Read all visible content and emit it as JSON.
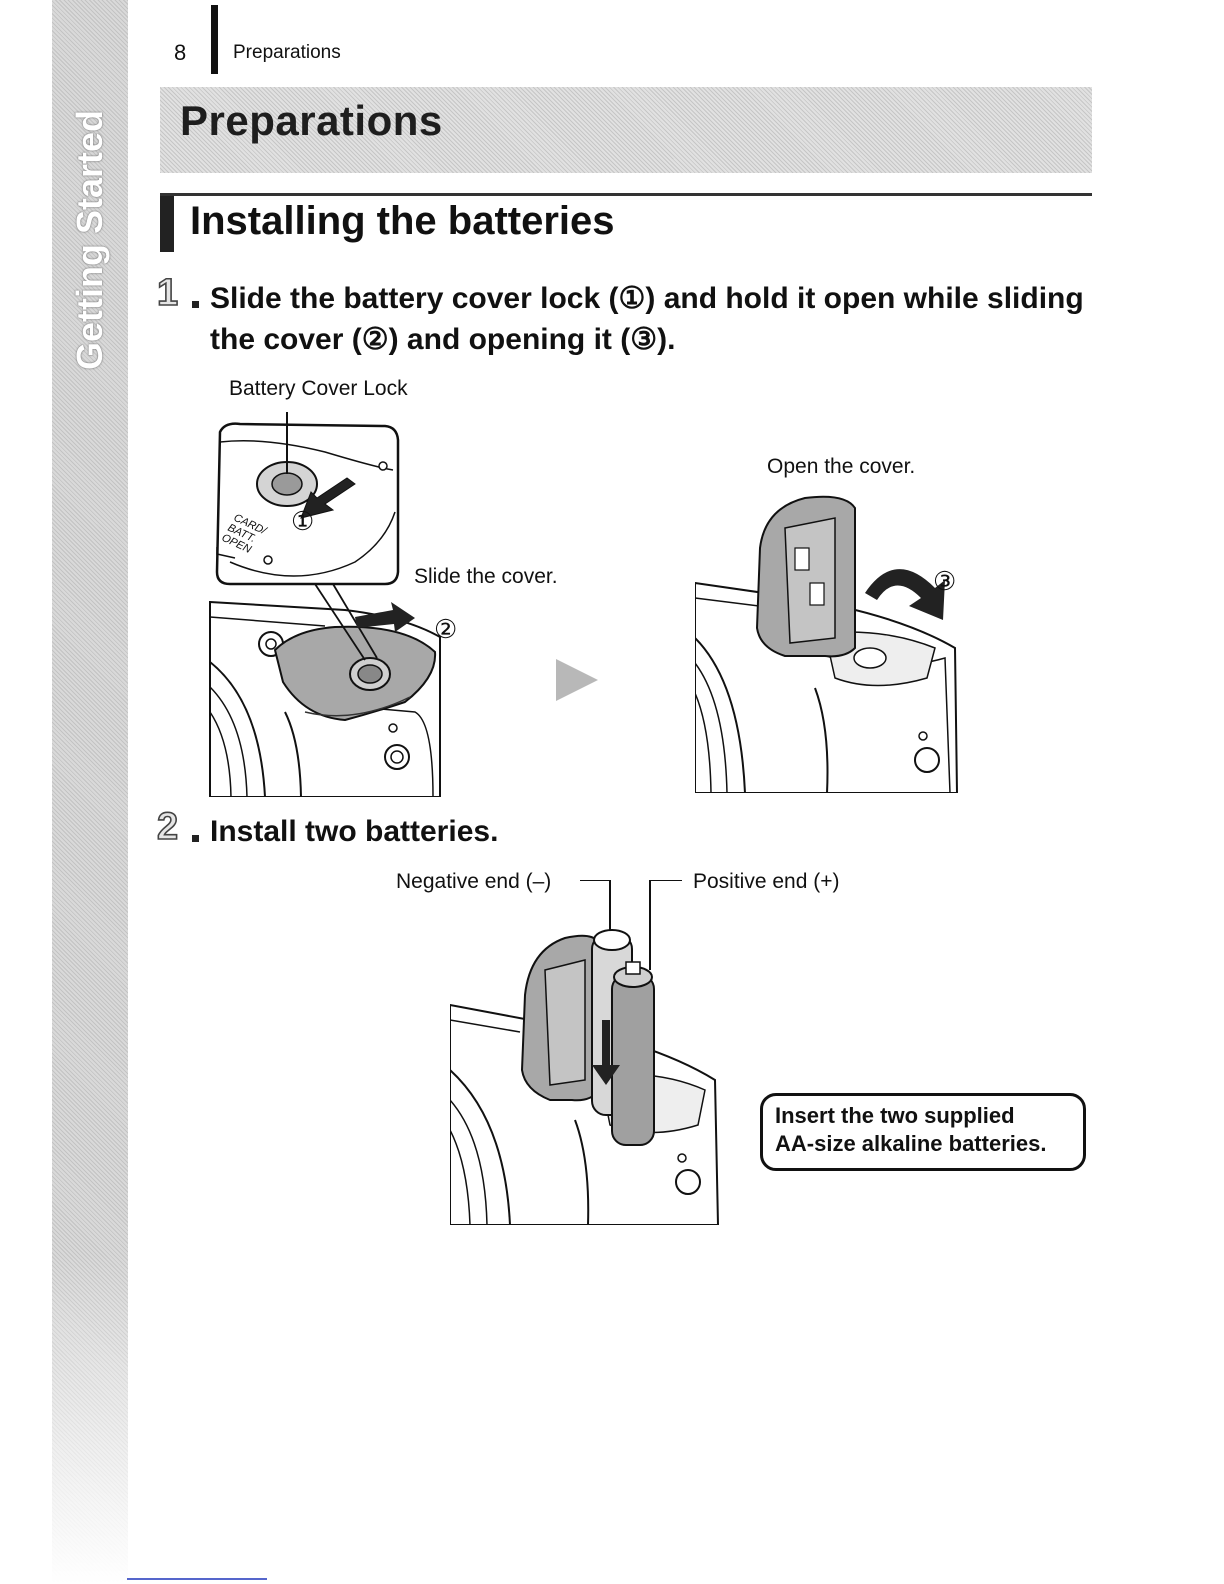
{
  "header": {
    "page_number": "8",
    "section": "Preparations"
  },
  "side_tab": {
    "label": "Getting Started"
  },
  "banner": {
    "title": "Preparations"
  },
  "section": {
    "title": "Installing the batteries"
  },
  "steps": [
    {
      "number": "1",
      "text": "Slide the battery cover lock (①) and hold it open while sliding the cover (②) and opening it (③)."
    },
    {
      "number": "2",
      "text": "Install two batteries."
    }
  ],
  "figure1": {
    "lock_label": "Battery Cover Lock",
    "slide_label": "Slide the cover.",
    "open_label": "Open the cover.",
    "marker_1": "①",
    "marker_2": "②",
    "marker_3": "③",
    "lock_engraving": [
      "CARD/",
      "BATT.",
      "OPEN"
    ]
  },
  "figure2": {
    "negative_label": "Negative end (–)",
    "positive_label": "Positive end (+)",
    "note": [
      "Insert the two supplied",
      "AA-size alkaline batteries."
    ]
  },
  "icons": {
    "next_arrow": "play-triangle-icon",
    "slide_arrow": "right-arrow-icon",
    "lock_arrow": "down-left-arrow-icon",
    "open_arrow": "curved-arrow-icon"
  },
  "colors": {
    "banner_bg": "#e1e1e1",
    "side_tab_bg": "#d9d9d9",
    "text": "#111111"
  }
}
